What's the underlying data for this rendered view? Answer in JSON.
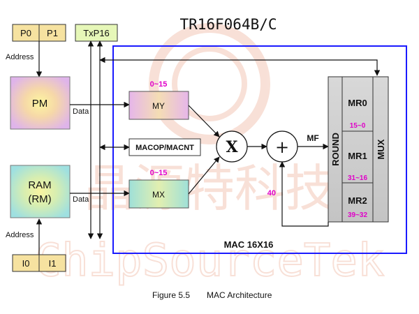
{
  "title": "TR16F064B/C",
  "ports": {
    "top": [
      "P0",
      "P1"
    ],
    "bottom": [
      "I0",
      "I1"
    ],
    "txp": "TxP16"
  },
  "labels": {
    "address_top": "Address",
    "address_bottom": "Address",
    "data_pm": "Data",
    "data_ram": "Data"
  },
  "blocks": {
    "pm": "PM",
    "ram_line1": "RAM",
    "ram_line2": "(RM)",
    "my": "MY",
    "mx": "MX",
    "macop": "MACOP/MACNT",
    "multiply": "X",
    "add": "+",
    "mf": "MF",
    "round": "ROUND",
    "mux": "MUX",
    "mr0": "MR0",
    "mr1": "MR1",
    "mr2": "MR2",
    "mac_unit": "MAC 16X16"
  },
  "bit_ranges": {
    "my": "0~15",
    "mx": "0~15",
    "mr0": "15~0",
    "mr1": "31~16",
    "mr2": "39~32",
    "feedback": "40"
  },
  "watermark": {
    "chinese": "晶源特科技",
    "english": "ChipSourceTek"
  },
  "caption": {
    "figure": "Figure 5.5",
    "text": "MAC Architecture"
  },
  "colors": {
    "frame_blue": "#1a1aff",
    "port_fill": "#f6e2a0",
    "txp_fill": "#e6f7b8",
    "pm_fill": "#e8c4ec",
    "ram_fill": "#bfe8e4",
    "reg_fill": "#e7c6ea",
    "bit_label": "#e000c8",
    "watermark": "#f3c8b8"
  }
}
